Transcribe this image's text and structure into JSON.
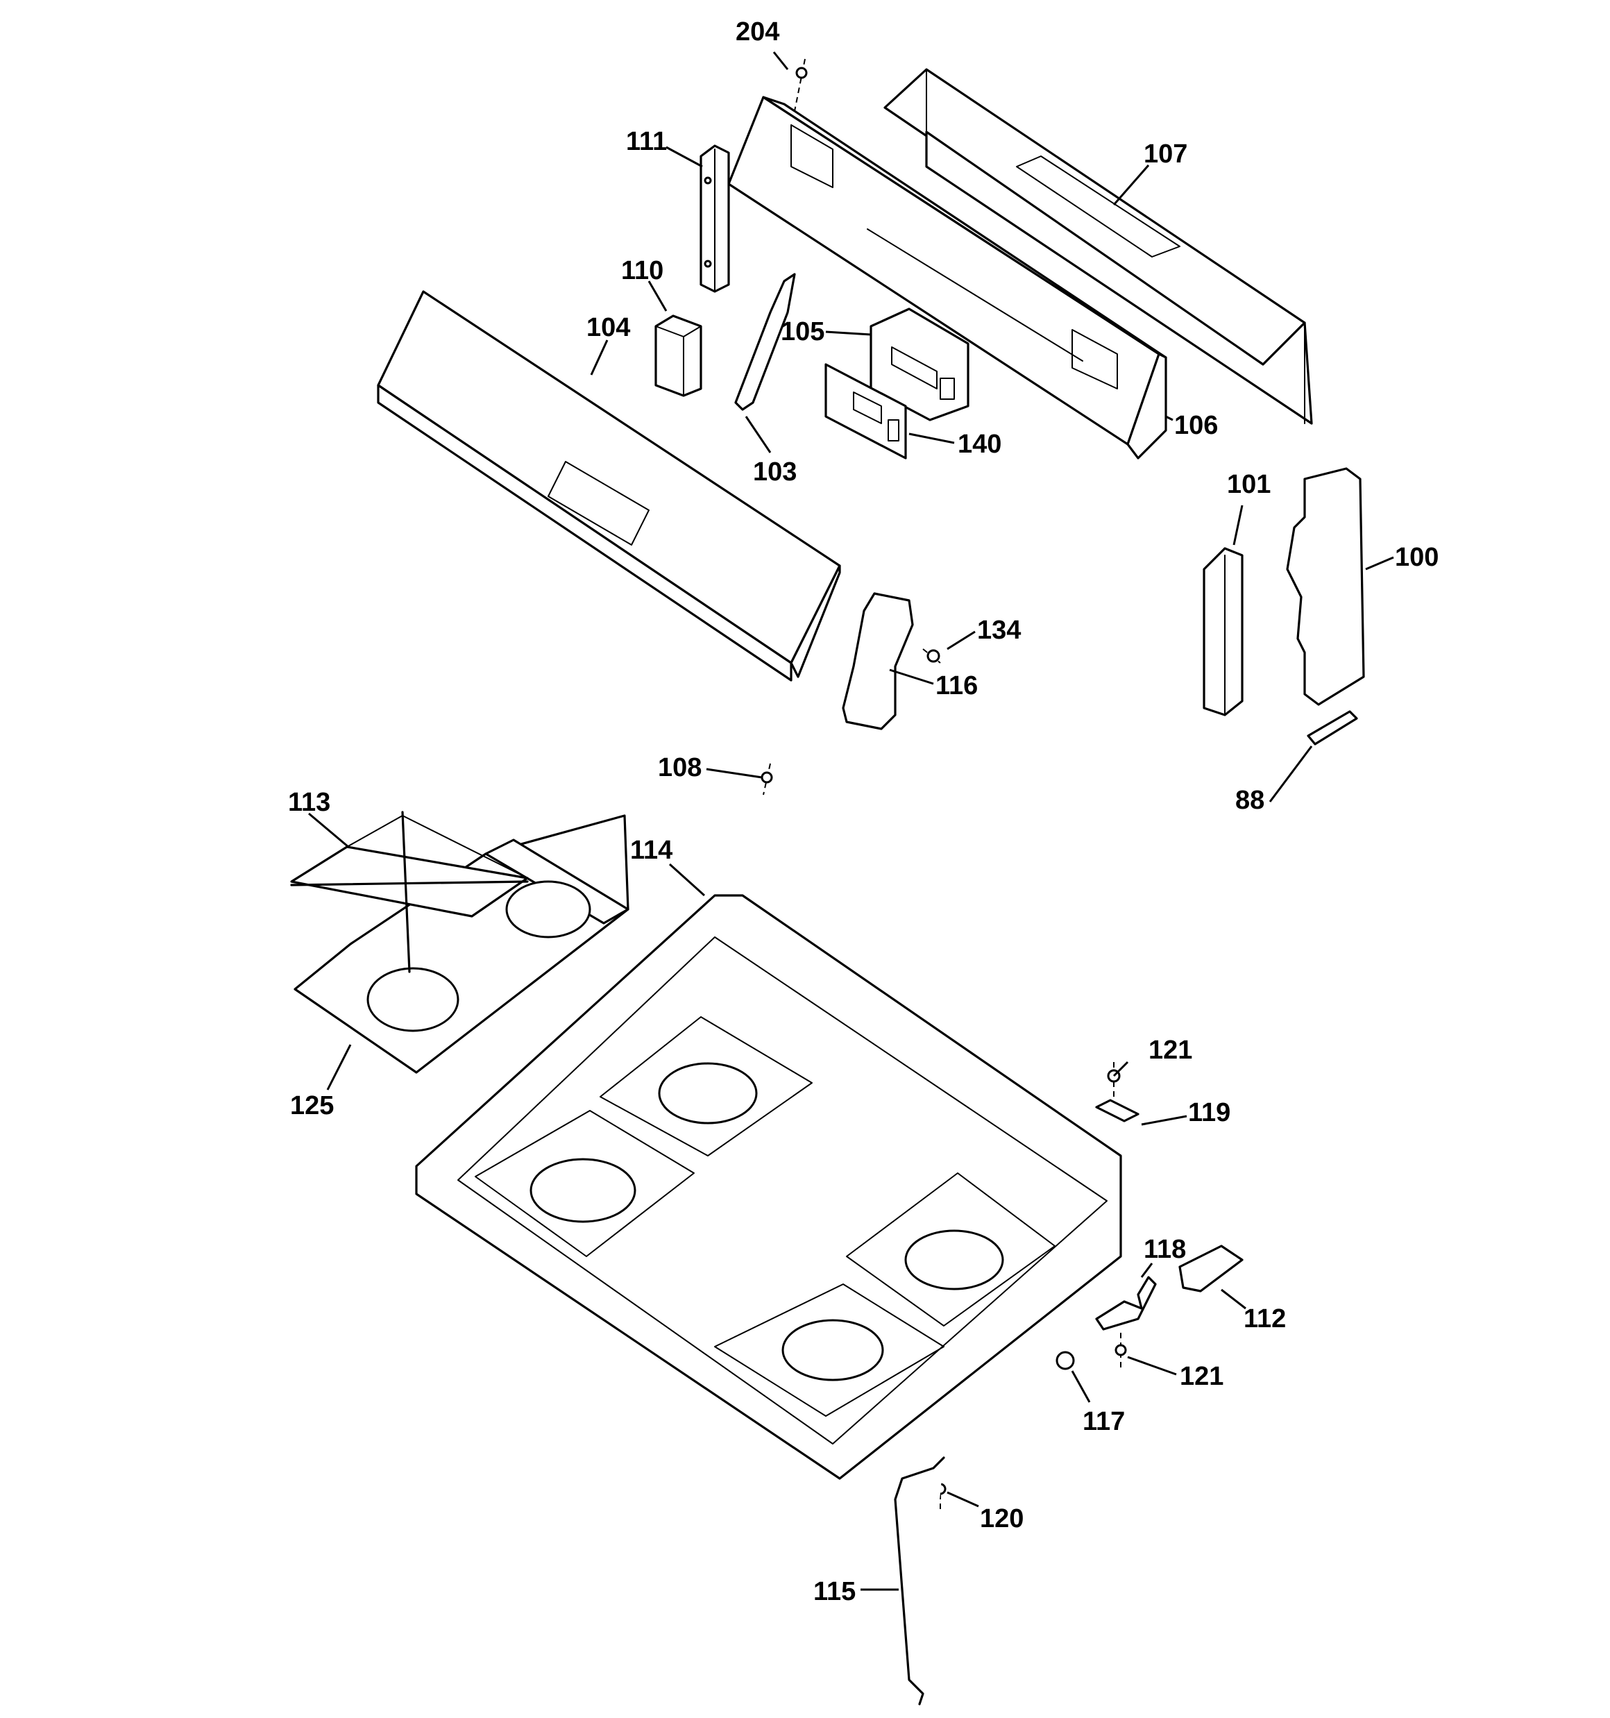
{
  "diagram": {
    "labels": [
      {
        "id": "l204",
        "text": "204"
      },
      {
        "id": "l111",
        "text": "111"
      },
      {
        "id": "l107",
        "text": "107"
      },
      {
        "id": "l110",
        "text": "110"
      },
      {
        "id": "l104",
        "text": "104"
      },
      {
        "id": "l105",
        "text": "105"
      },
      {
        "id": "l106",
        "text": "106"
      },
      {
        "id": "l140",
        "text": "140"
      },
      {
        "id": "l103",
        "text": "103"
      },
      {
        "id": "l101",
        "text": "101"
      },
      {
        "id": "l100",
        "text": "100"
      },
      {
        "id": "l134",
        "text": "134"
      },
      {
        "id": "l116",
        "text": "116"
      },
      {
        "id": "l88",
        "text": "88"
      },
      {
        "id": "l108",
        "text": "108"
      },
      {
        "id": "l113",
        "text": "113"
      },
      {
        "id": "l114",
        "text": "114"
      },
      {
        "id": "l125",
        "text": "125"
      },
      {
        "id": "l121a",
        "text": "121"
      },
      {
        "id": "l119",
        "text": "119"
      },
      {
        "id": "l118",
        "text": "118"
      },
      {
        "id": "l112",
        "text": "112"
      },
      {
        "id": "l121b",
        "text": "121"
      },
      {
        "id": "l117",
        "text": "117"
      },
      {
        "id": "l120",
        "text": "120"
      },
      {
        "id": "l115",
        "text": "115"
      }
    ]
  }
}
